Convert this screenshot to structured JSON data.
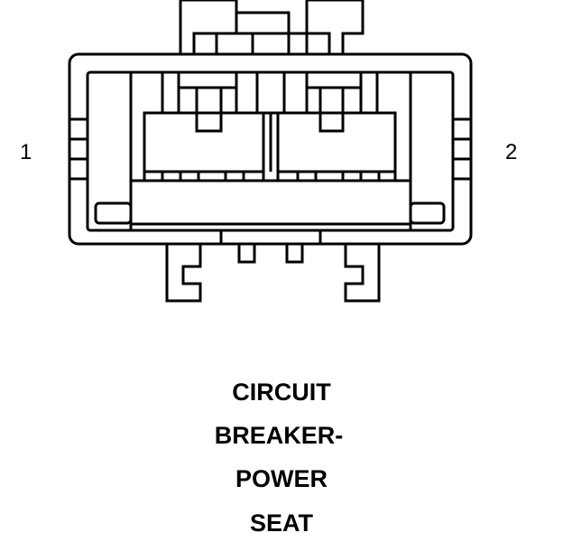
{
  "pins": {
    "left": "1",
    "right": "2"
  },
  "caption": {
    "line1": "CIRCUIT",
    "line2": "BREAKER-",
    "line3": "POWER",
    "line4": "SEAT"
  },
  "colors": {
    "stroke": "#000000",
    "background": "#ffffff"
  }
}
